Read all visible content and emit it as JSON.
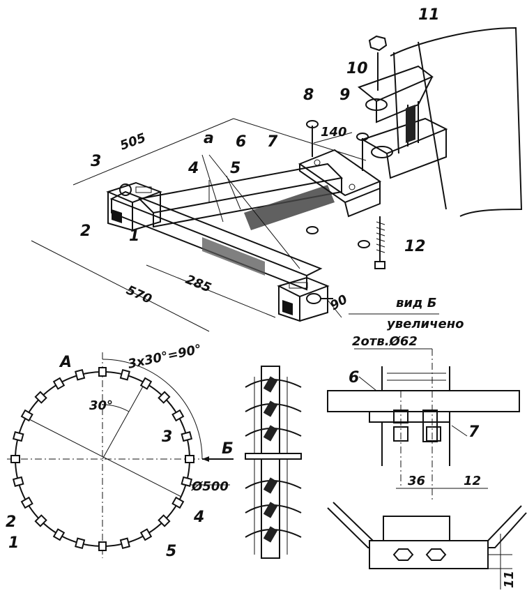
{
  "top_view": {
    "dims": {
      "d505": "505",
      "d570": "570",
      "d285": "285",
      "d90": "90",
      "d140": "140"
    },
    "letter_a": "a",
    "parts": {
      "p1": "1",
      "p2": "2",
      "p3": "3",
      "p4": "4",
      "p5": "5",
      "p6": "6",
      "p7": "7",
      "p8": "8",
      "p9": "9",
      "p10": "10",
      "p11": "11",
      "p12": "12"
    }
  },
  "wheel_view": {
    "angle_total": "3x30°=90°",
    "angle_30": "30°",
    "diameter": "Ø500",
    "label_A": "A",
    "label_B": "Б",
    "parts": {
      "p1": "1",
      "p2": "2",
      "p3": "3",
      "p4": "4",
      "p5": "5"
    }
  },
  "view_b": {
    "title": "вид Б",
    "subtitle": "увеличено",
    "holes": "2отв.Ø62",
    "dim36": "36",
    "dim12": "12",
    "dim11": "11",
    "p6": "6",
    "p7": "7"
  }
}
